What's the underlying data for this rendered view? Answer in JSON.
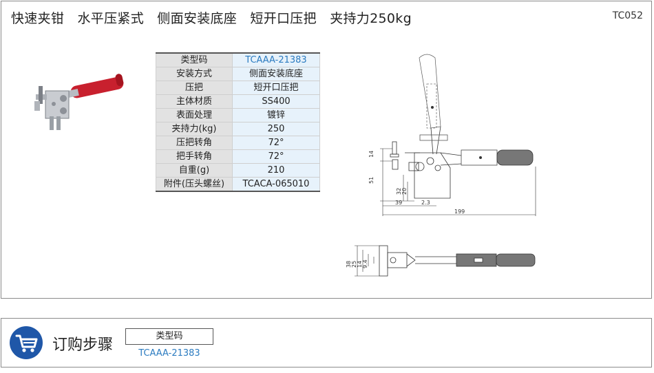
{
  "header": {
    "title": "快速夹钳　水平压紧式　侧面安装底座　短开口压把　夹持力250kg",
    "code": "TC052"
  },
  "spec_table": [
    {
      "key": "类型码",
      "value": "TCAAA-21383"
    },
    {
      "key": "安装方式",
      "value": "侧面安装底座"
    },
    {
      "key": "压把",
      "value": "短开口压把"
    },
    {
      "key": "主体材质",
      "value": "SS400"
    },
    {
      "key": "表面处理",
      "value": "镀锌"
    },
    {
      "key": "夹持力(kg)",
      "value": "250"
    },
    {
      "key": "压把转角",
      "value": "72°"
    },
    {
      "key": "把手转角",
      "value": "72°"
    },
    {
      "key": "自重(g)",
      "value": "210"
    },
    {
      "key": "附件(压头螺丝)",
      "value": "TCACA-065010"
    }
  ],
  "drawing": {
    "side_dims": {
      "d14": "14",
      "d51": "51",
      "d32": "32",
      "d20": "20",
      "d39": "39",
      "d2_3": "2.3",
      "d199": "199"
    },
    "top_dims": {
      "d38": "38",
      "d25": "25",
      "d14": "14",
      "d9_4": "9.4"
    }
  },
  "colors": {
    "accent": "#1f57a8",
    "link": "#2b7bc0",
    "handle": "#c8202e"
  },
  "order": {
    "title": "订购步骤",
    "box_label": "类型码",
    "value": "TCAAA-21383",
    "icon": "shopping-cart-icon"
  }
}
